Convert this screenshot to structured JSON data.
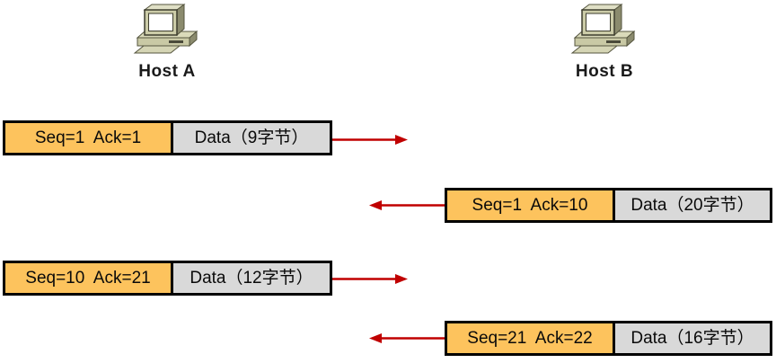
{
  "hosts": [
    {
      "label": "Host A"
    },
    {
      "label": "Host B"
    }
  ],
  "messages": [
    {
      "header": "Seq=1  Ack=1",
      "data": "Data（9字节）",
      "direction": "right"
    },
    {
      "header": "Seq=1  Ack=10",
      "data": "Data（20字节）",
      "direction": "left"
    },
    {
      "header": "Seq=10  Ack=21",
      "data": "Data（12字节）",
      "direction": "right"
    },
    {
      "header": "Seq=21  Ack=22",
      "data": "Data（16字节）",
      "direction": "left"
    }
  ],
  "colors": {
    "header_fill": "#FDC35D",
    "data_fill": "#D9D9D9",
    "border": "#000000",
    "arrow": "#C00000"
  }
}
